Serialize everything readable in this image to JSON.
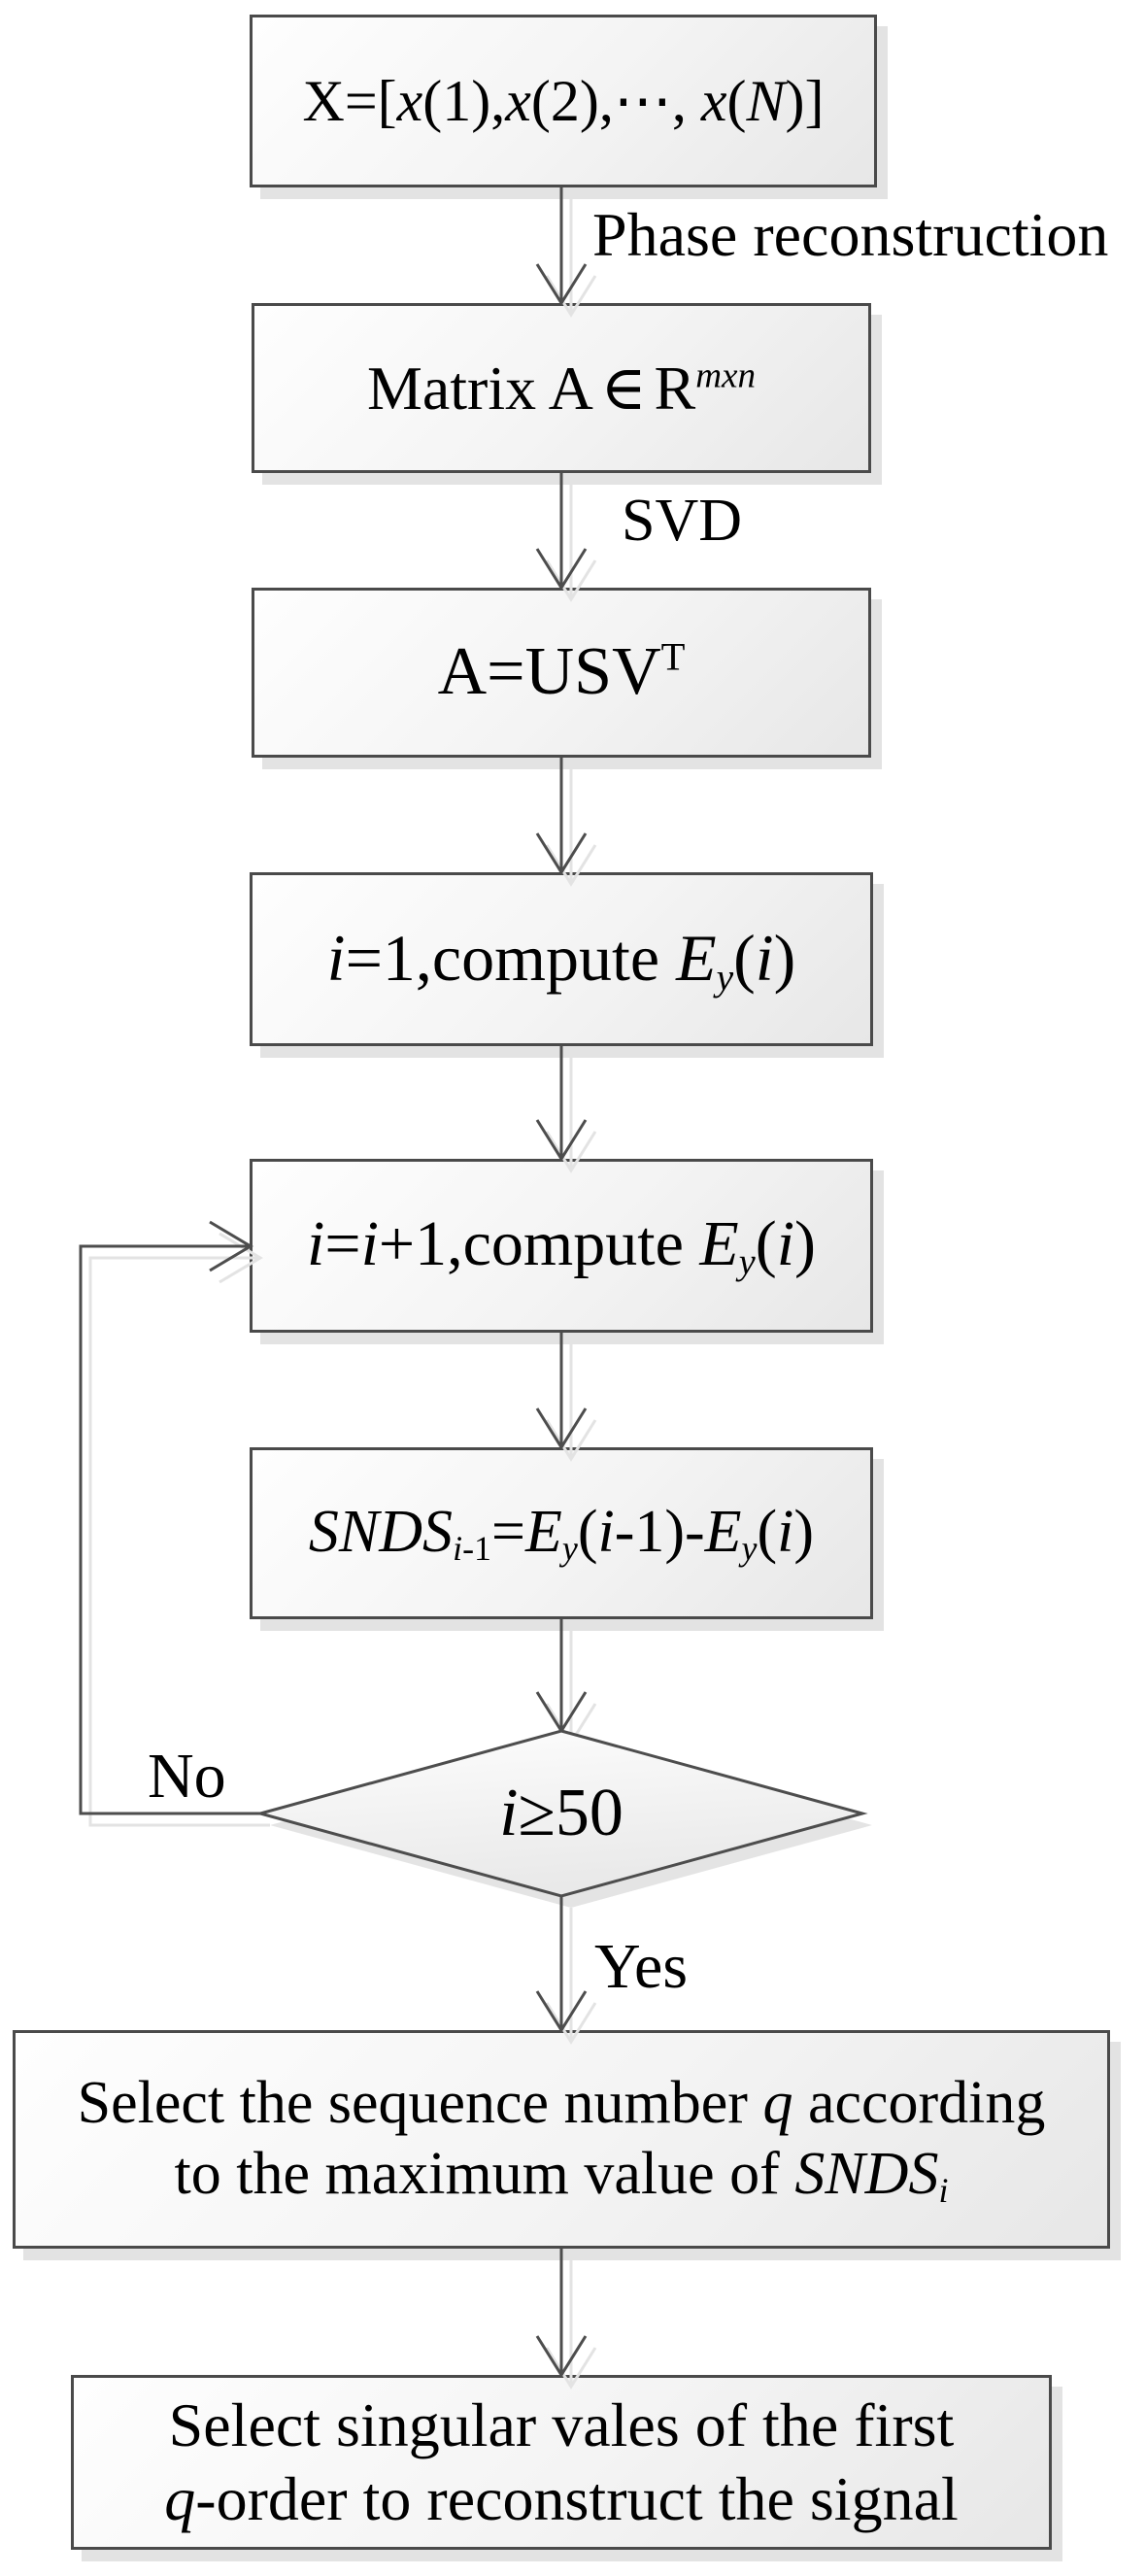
{
  "labels": {
    "phase": "Phase reconstruction",
    "svd": "SVD",
    "no": "No",
    "yes": "Yes"
  },
  "nodes": {
    "x_vector": {
      "lines": [
        [
          {
            "t": "X=["
          },
          {
            "t": "x",
            "s": "i"
          },
          {
            "t": "(1),"
          },
          {
            "t": "x",
            "s": "i"
          },
          {
            "t": "(2),⋯, "
          },
          {
            "t": "x",
            "s": "i"
          },
          {
            "t": "("
          },
          {
            "t": "N",
            "s": "i"
          },
          {
            "t": ")]"
          }
        ]
      ]
    },
    "matrix_a": {
      "lines": [
        [
          {
            "t": "Matrix A"
          },
          {
            "t": "∈",
            "s": "rel"
          },
          {
            "t": "R"
          },
          {
            "t": "mxn",
            "s": "i sup"
          }
        ]
      ]
    },
    "svd_result": {
      "lines": [
        [
          {
            "t": "A=USV"
          },
          {
            "t": "T",
            "s": "sup"
          }
        ]
      ]
    },
    "init_i": {
      "lines": [
        [
          {
            "t": "i",
            "s": "i"
          },
          {
            "t": "=1,compute "
          },
          {
            "t": "E",
            "s": "i"
          },
          {
            "t": "y",
            "s": "i sub"
          },
          {
            "t": "("
          },
          {
            "t": "i",
            "s": "i"
          },
          {
            "t": ")"
          }
        ]
      ]
    },
    "inc_i": {
      "lines": [
        [
          {
            "t": "i",
            "s": "i"
          },
          {
            "t": "="
          },
          {
            "t": "i",
            "s": "i"
          },
          {
            "t": "+1,compute "
          },
          {
            "t": "E",
            "s": "i"
          },
          {
            "t": "y",
            "s": "i sub"
          },
          {
            "t": "("
          },
          {
            "t": "i",
            "s": "i"
          },
          {
            "t": ")"
          }
        ]
      ]
    },
    "snds": {
      "lines": [
        [
          {
            "t": "SNDS",
            "s": "i"
          },
          {
            "t": "i",
            "s": "i sub"
          },
          {
            "t": "-1",
            "s": "sub"
          },
          {
            "t": "="
          },
          {
            "t": "E",
            "s": "i"
          },
          {
            "t": "y",
            "s": "i sub"
          },
          {
            "t": "("
          },
          {
            "t": "i",
            "s": "i"
          },
          {
            "t": "-1)-"
          },
          {
            "t": "E",
            "s": "i"
          },
          {
            "t": "y",
            "s": "i sub"
          },
          {
            "t": "("
          },
          {
            "t": "i",
            "s": "i"
          },
          {
            "t": ")"
          }
        ]
      ]
    },
    "decision": {
      "lines": [
        [
          {
            "t": "i",
            "s": "i"
          },
          {
            "t": "≥50"
          }
        ]
      ]
    },
    "select_q": {
      "lines": [
        [
          {
            "t": "Select the sequence number "
          },
          {
            "t": "q",
            "s": "i"
          },
          {
            "t": " according"
          }
        ],
        [
          {
            "t": "to the maximum value of "
          },
          {
            "t": "SNDS",
            "s": "i"
          },
          {
            "t": "i",
            "s": "i sub"
          }
        ]
      ]
    },
    "select_sv": {
      "lines": [
        [
          {
            "t": "Select singular vales of the first"
          }
        ],
        [
          {
            "t": "q",
            "s": "i"
          },
          {
            "t": "-order to reconstruct the signal"
          }
        ]
      ]
    }
  },
  "colors": {
    "line": "#4d4d4d",
    "border": "#4a4a4a",
    "shadow": "#e3e3e3",
    "box_fill_top": "#fefefe",
    "box_fill_bottom": "#e7e7e7",
    "text": "#000000",
    "background": "#ffffff"
  }
}
